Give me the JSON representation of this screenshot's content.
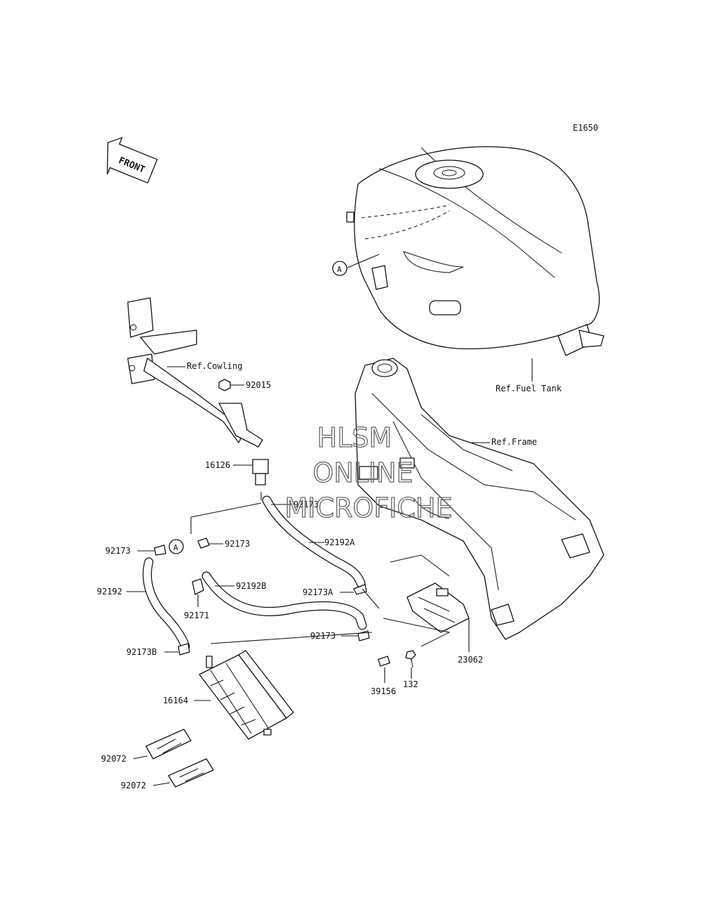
{
  "diagram_code": "E1650",
  "front_label": "FRONT",
  "watermark": {
    "line1": "HLSM",
    "line2": "ONLINE",
    "line3": "MICROFICHE"
  },
  "callout_marker": "A",
  "labels": {
    "ref_cowling": "Ref.Cowling",
    "ref_fuel_tank": "Ref.Fuel Tank",
    "ref_frame": "Ref.Frame",
    "p92015": "92015",
    "p16126": "16126",
    "p92173_upper": "92173",
    "p92173_mid": "92173",
    "p92173_left": "92173",
    "p92173_right": "92173",
    "p92192A": "92192A",
    "p92192B": "92192B",
    "p92192": "92192",
    "p92171": "92171",
    "p92173A": "92173A",
    "p92173B": "92173B",
    "p16164": "16164",
    "p92072_a": "92072",
    "p92072_b": "92072",
    "p23062": "23062",
    "p39156": "39156",
    "p132": "132"
  }
}
